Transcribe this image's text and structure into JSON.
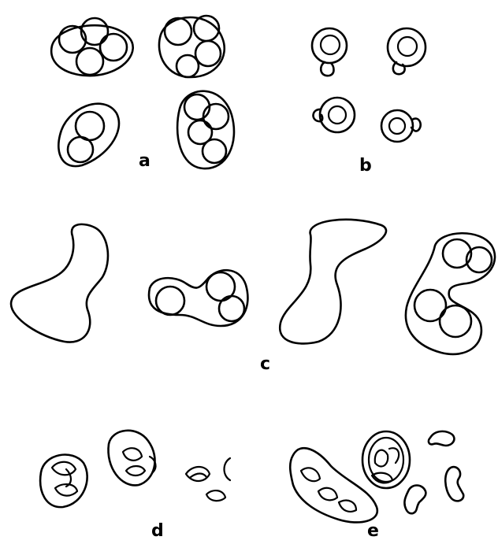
{
  "figure": {
    "panel_labels": {
      "a": "a",
      "b": "b",
      "c": "c",
      "d": "d",
      "e": "e"
    }
  }
}
